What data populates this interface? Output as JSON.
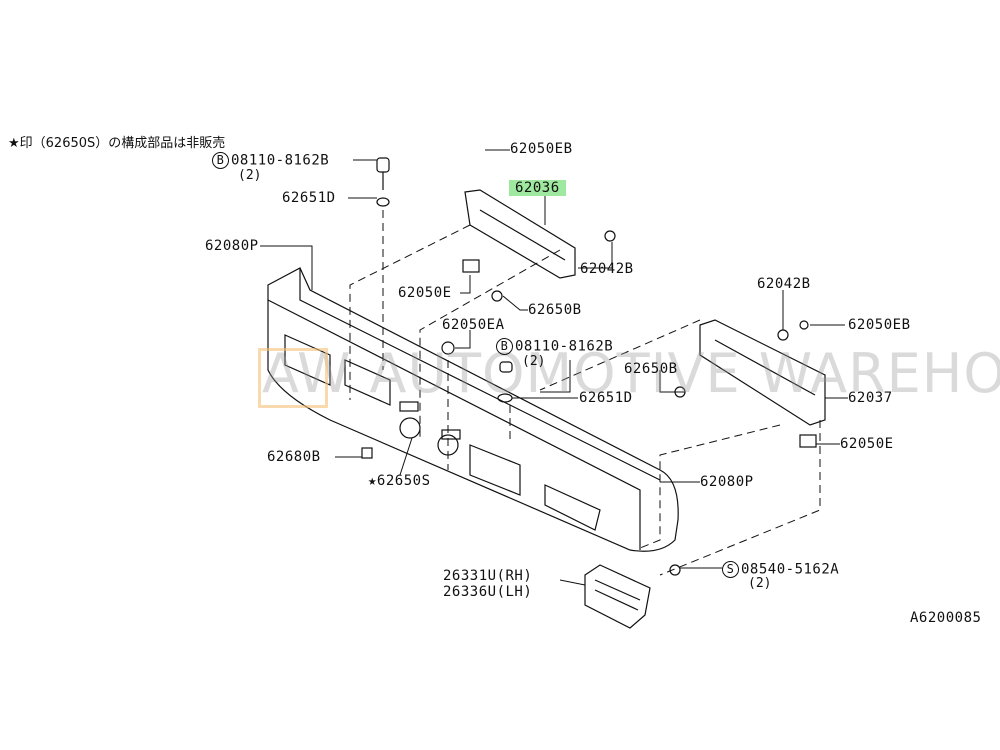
{
  "note": "★印（62650S）の構成部品は非販売",
  "watermark": "AW AUTOMOTIVE WAREHOUSE",
  "diagram_id": "A6200085",
  "callouts": {
    "bolt_b_top": {
      "prefix": "B",
      "part": "08110-8162B",
      "qty": "(2)"
    },
    "washer_top": "62651D",
    "clip_eb_top": "62050EB",
    "bracket_highlighted": "62036",
    "bumper_left": "62080P",
    "nut_top": "62042B",
    "clip_e_left": "62050E",
    "bolt_650b_top": "62650B",
    "nut_right": "62042B",
    "clip_eb_right": "62050EB",
    "clip_ea": "62050EA",
    "bolt_b_mid": {
      "prefix": "B",
      "part": "08110-8162B",
      "qty": "(2)"
    },
    "bolt_650b_right": "62650B",
    "washer_mid": "62651D",
    "bracket_right": "62037",
    "clip_e_right": "62050E",
    "nut_680b": "62680B",
    "bumper_assy": "★62650S",
    "bumper_right": "62080P",
    "lamp_rh": "26331U(RH)",
    "lamp_lh": "26336U(LH)",
    "screw_s": {
      "prefix": "S",
      "part": "08540-5162A",
      "qty": "(2)"
    }
  },
  "colors": {
    "highlight": "#9fe89f",
    "line": "#111111",
    "watermark_logo": "#f5c27a"
  }
}
